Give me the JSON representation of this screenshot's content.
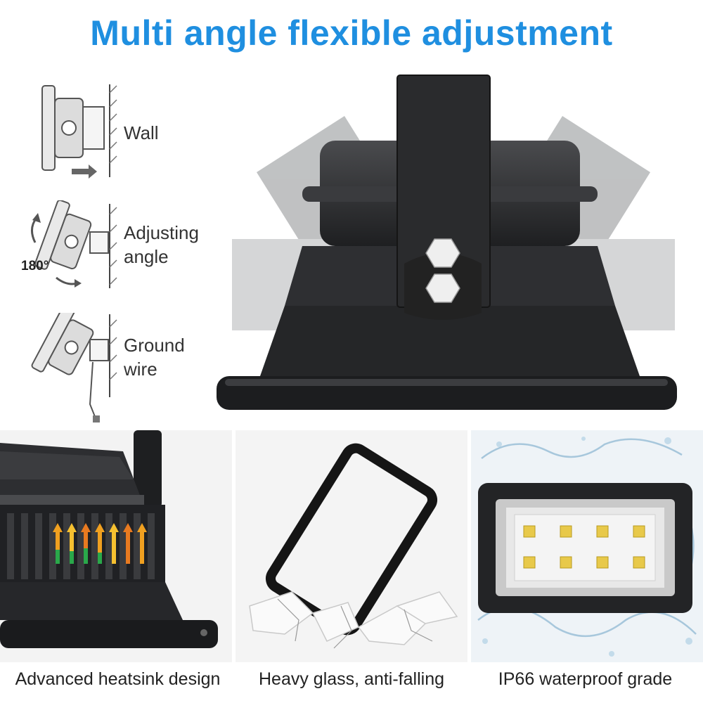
{
  "title": "Multi angle flexible adjustment",
  "mount_modes": [
    {
      "label_line1": "Wall",
      "label_line2": ""
    },
    {
      "label_line1": "Adjusting",
      "label_line2": "angle"
    },
    {
      "label_line1": "Ground",
      "label_line2": "wire"
    }
  ],
  "angle_label": "180°",
  "features": [
    {
      "caption": "Advanced heatsink design"
    },
    {
      "caption": "Heavy glass, anti-falling"
    },
    {
      "caption": "IP66 waterproof grade"
    }
  ],
  "colors": {
    "title": "#1f8fe0",
    "housing": "#2b2c2e",
    "led": "#e8c94a"
  }
}
